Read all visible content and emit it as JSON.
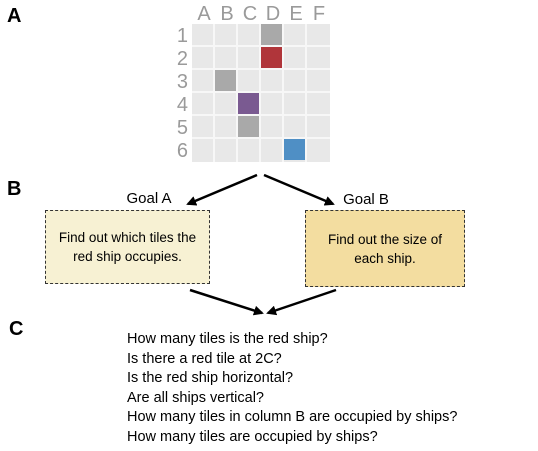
{
  "labels": {
    "a": "A",
    "b": "B",
    "c": "C"
  },
  "grid": {
    "columns": [
      "A",
      "B",
      "C",
      "D",
      "E",
      "F"
    ],
    "rows": [
      "1",
      "2",
      "3",
      "4",
      "5",
      "6"
    ],
    "cells": [
      {
        "row": 1,
        "col": 4,
        "color": "#a9a9a9",
        "state": "hidden-ship"
      },
      {
        "row": 2,
        "col": 4,
        "color": "#b0353a",
        "state": "red-ship"
      },
      {
        "row": 3,
        "col": 2,
        "color": "#a9a9a9",
        "state": "hidden-ship"
      },
      {
        "row": 4,
        "col": 3,
        "color": "#7a5a91",
        "state": "purple-ship"
      },
      {
        "row": 5,
        "col": 3,
        "color": "#a9a9a9",
        "state": "hidden-ship"
      },
      {
        "row": 6,
        "col": 5,
        "color": "#4f8fc5",
        "state": "blue-ship"
      }
    ],
    "empty_color": "#e8e8e8"
  },
  "goals": {
    "a": {
      "title": "Goal A",
      "text": "Find out which tiles the red ship occupies.",
      "fill": "#f7f1d3"
    },
    "b": {
      "title": "Goal B",
      "text": "Find out the size of each ship.",
      "fill": "#f3dda0"
    }
  },
  "questions": [
    "How many tiles is the red ship?",
    "Is there a red tile at 2C?",
    "Is the red ship horizontal?",
    "Are all ships vertical?",
    "How many tiles in column B are occupied by ships?",
    "How many tiles are occupied by ships?"
  ]
}
